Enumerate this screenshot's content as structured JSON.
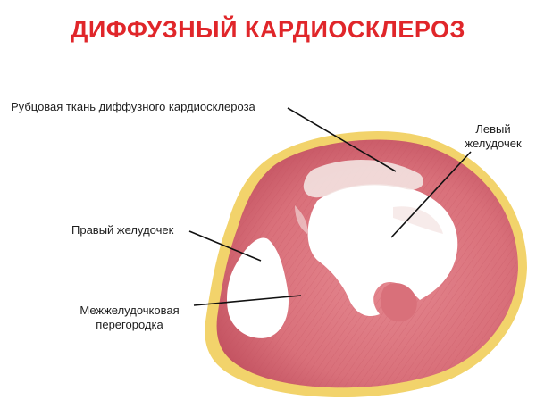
{
  "title": "ДИФФУЗНЫЙ КАРДИОСКЛЕРОЗ",
  "labels": {
    "scar_tissue": "Рубцовая ткань диффузного кардиосклероза",
    "left_ventricle_line1": "Левый",
    "left_ventricle_line2": "желудочек",
    "right_ventricle": "Правый желудочек",
    "septum_line1": "Межжелудочковая",
    "septum_line2": "перегородка"
  },
  "colors": {
    "title": "#e0262a",
    "muscle": "#d9707a",
    "muscle_dark": "#b84a56",
    "cavity": "#ffffff",
    "fat": "#f2d36b",
    "scar": "#f3e3e1",
    "leader_line": "#111111"
  }
}
